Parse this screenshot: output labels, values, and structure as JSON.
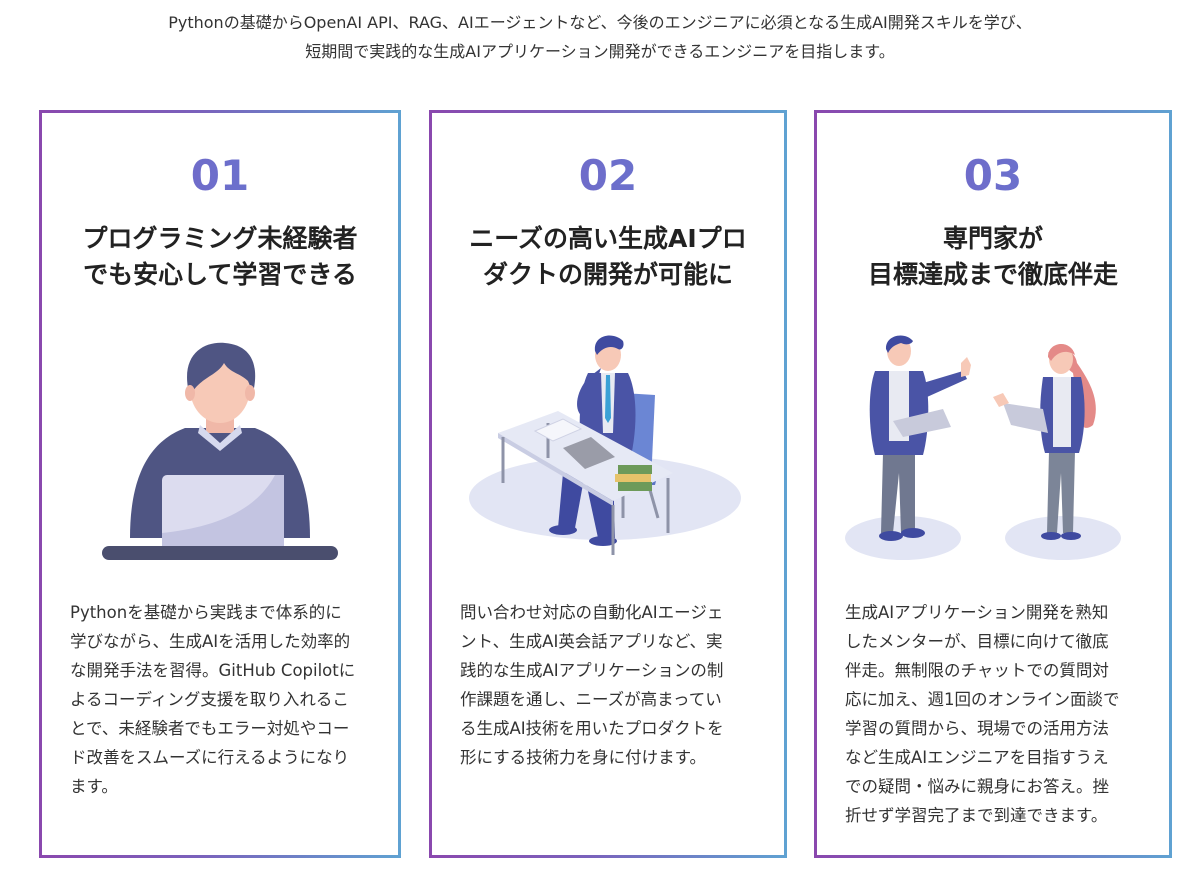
{
  "intro": {
    "lines": [
      "Pythonの基礎からOpenAI API、RAG、AIエージェントなど、今後のエンジニアに必須となる生成AI開発スキルを学び、",
      "短期間で実践的な生成AIアプリケーション開発ができるエンジニアを目指します。"
    ]
  },
  "colors": {
    "border_gradient_start": "#8a48ae",
    "border_gradient_end": "#5fa2d2",
    "number_color": "#6b6dcc",
    "text": "#333333",
    "title": "#222222",
    "illustration_navy": "#4f5583",
    "illustration_suit": "#4a54a6",
    "illustration_floor": "#e2e5f4"
  },
  "cards": [
    {
      "number": "01",
      "title_lines": [
        "プログラミング未経験者",
        "でも安心して学習できる"
      ],
      "illustration": "person-with-laptop-illustration",
      "desc_lines": [
        "Pythonを基礎から実践まで体系的に",
        "学びながら、生成AIを活用した効率的",
        "な開発手法を習得。GitHub Copilotに",
        "よるコーディング支援を取り入れるこ",
        "とで、未経験者でもエラー対処やコー",
        "ド改善をスムーズに行えるようになり",
        "ます。"
      ]
    },
    {
      "number": "02",
      "title_lines": [
        "ニーズの高い生成AIプロ",
        "ダクトの開発が可能に"
      ],
      "illustration": "businessman-at-desk-illustration",
      "desc_lines": [
        "問い合わせ対応の自動化AIエージェ",
        "ント、生成AI英会話アプリなど、実",
        "践的な生成AIアプリケーションの制",
        "作課題を通し、ニーズが高まってい",
        "る生成AI技術を用いたプロダクトを",
        "形にする技術力を身に付けます。"
      ]
    },
    {
      "number": "03",
      "title_lines": [
        "専門家が",
        "目標達成まで徹底伴走"
      ],
      "illustration": "mentor-and-learner-illustration",
      "desc_lines": [
        "生成AIアプリケーション開発を熟知",
        "したメンターが、目標に向けて徹底",
        "伴走。無制限のチャットでの質問対",
        "応に加え、週1回のオンライン面談で",
        "学習の質問から、現場での活用方法",
        "など生成AIエンジニアを目指すうえ",
        "での疑問・悩みに親身にお答え。挫",
        "折せず学習完了まで到達できます。"
      ]
    }
  ]
}
